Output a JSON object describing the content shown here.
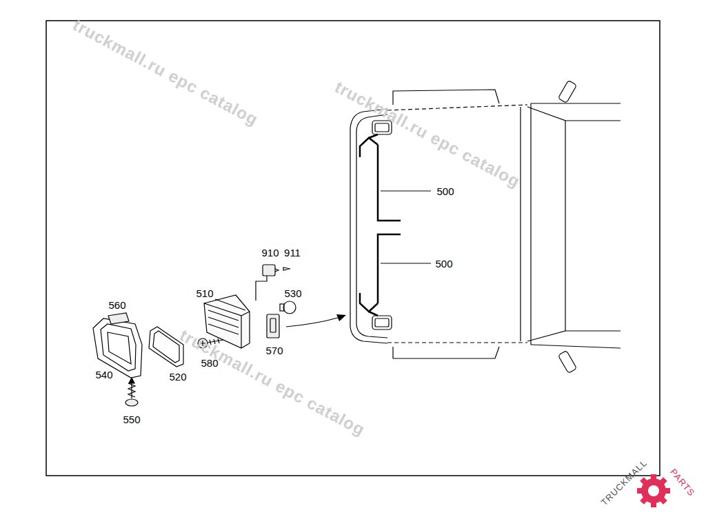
{
  "diagram": {
    "labels": [
      "910",
      "911",
      "500",
      "510",
      "530",
      "500",
      "560",
      "570",
      "580",
      "540",
      "520",
      "550",
      "truckmall.ru epc catalog",
      "truckmall.ru epc catalog",
      "truckmall.ru epc catalog",
      "TRUCKMALL",
      "PARTS"
    ]
  }
}
